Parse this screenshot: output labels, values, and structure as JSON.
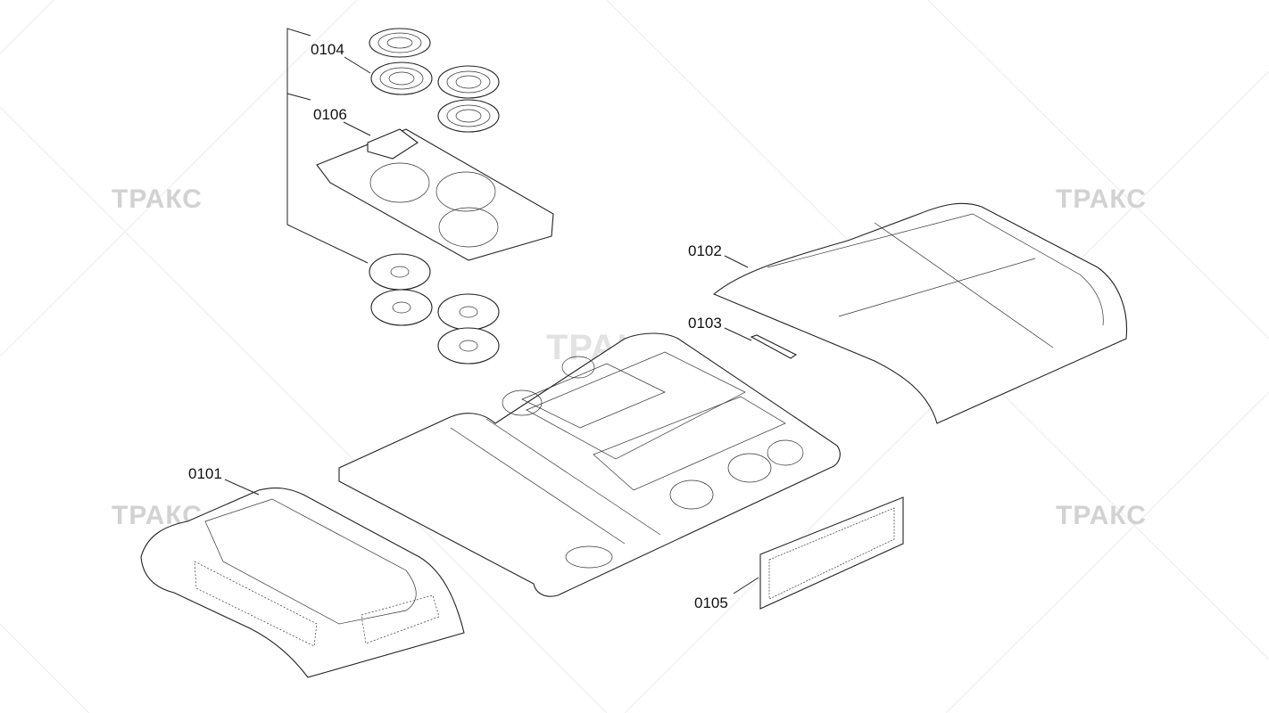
{
  "watermarks": [
    "ТРАКС",
    "ТРАКС",
    "ТРАКС",
    "ТРАКС",
    "ТРАКС"
  ],
  "callouts": {
    "c0101": "0101",
    "c0102": "0102",
    "c0103": "0103",
    "c0104": "0104",
    "c0105": "0105",
    "c0106": "0106"
  }
}
